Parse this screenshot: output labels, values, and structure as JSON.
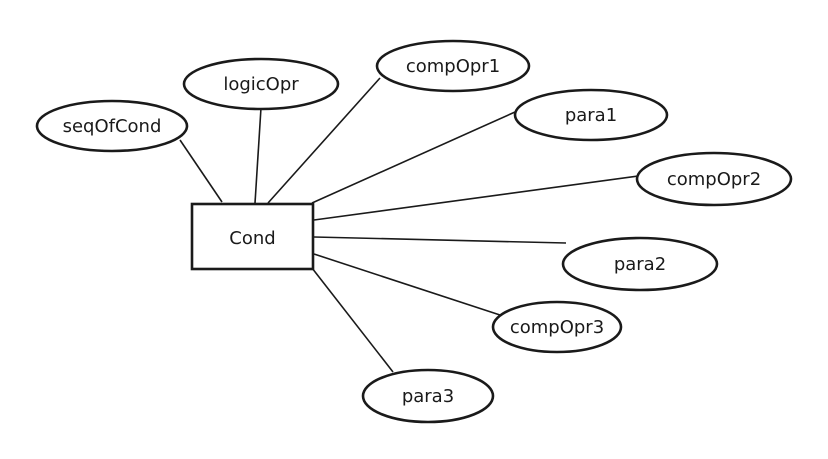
{
  "entity": {
    "id": "cond",
    "label": "Cond"
  },
  "attributes": [
    {
      "id": "seqOfCond",
      "label": "seqOfCond"
    },
    {
      "id": "logicOpr",
      "label": "logicOpr"
    },
    {
      "id": "compOpr1",
      "label": "compOpr1"
    },
    {
      "id": "para1",
      "label": "para1"
    },
    {
      "id": "compOpr2",
      "label": "compOpr2"
    },
    {
      "id": "para2",
      "label": "para2"
    },
    {
      "id": "compOpr3",
      "label": "compOpr3"
    },
    {
      "id": "para3",
      "label": "para3"
    }
  ],
  "edges": [
    {
      "from": "cond",
      "to": "seqOfCond"
    },
    {
      "from": "cond",
      "to": "logicOpr"
    },
    {
      "from": "cond",
      "to": "compOpr1"
    },
    {
      "from": "cond",
      "to": "para1"
    },
    {
      "from": "cond",
      "to": "compOpr2"
    },
    {
      "from": "cond",
      "to": "para2"
    },
    {
      "from": "cond",
      "to": "compOpr3"
    },
    {
      "from": "cond",
      "to": "para3"
    }
  ]
}
